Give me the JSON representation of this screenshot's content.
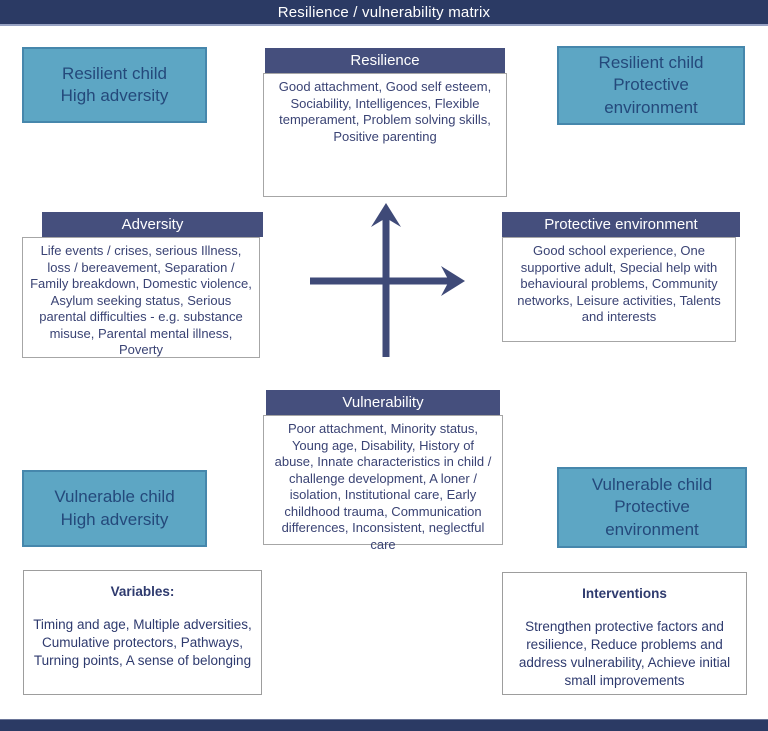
{
  "header": {
    "title": "Resilience / vulnerability matrix"
  },
  "quadrants": {
    "top_left": {
      "text": "Resilient child\nHigh adversity"
    },
    "top_right": {
      "text": "Resilient child\nProtective\nenvironment"
    },
    "bottom_left": {
      "text": "Vulnerable child\nHigh adversity"
    },
    "bottom_right": {
      "text": "Vulnerable child\nProtective\nenvironment"
    }
  },
  "panels": {
    "resilience": {
      "title": "Resilience",
      "body": "Good attachment, Good self esteem, Sociability, Intelligences, Flexible temperament, Problem solving skills, Positive parenting"
    },
    "adversity": {
      "title": "Adversity",
      "body": "Life events / crises, serious Illness, loss / bereavement, Separation / Family breakdown, Domestic violence, Asylum seeking status, Serious parental difficulties - e.g. substance misuse, Parental mental illness, Poverty"
    },
    "protective_environment": {
      "title": "Protective environment",
      "body": "Good school experience, One supportive adult, Special help with behavioural problems, Community networks, Leisure activities, Talents and interests"
    },
    "vulnerability": {
      "title": "Vulnerability",
      "body": "Poor attachment, Minority status, Young age, Disability, History of abuse, Innate characteristics in child / challenge development, A loner / isolation, Institutional care, Early childhood trauma, Communication differences, Inconsistent, neglectful care"
    }
  },
  "notes": {
    "variables": {
      "title": "Variables:",
      "body": "Timing and age, Multiple adversities, Cumulative protectors, Pathways, Turning points, A sense of belonging"
    },
    "interventions": {
      "title": "Interventions",
      "body": "Strengthen protective factors and resilience, Reduce problems and address vulnerability, Achieve initial small improvements"
    }
  },
  "axes": {
    "vertical_arrow": "up",
    "horizontal_arrow": "right"
  },
  "colors": {
    "title_bar": "#2b3a64",
    "panel_header": "#454f7d",
    "teal_fill": "#5da6c4",
    "teal_border": "#4687ac",
    "teal_text": "#24497b",
    "body_text": "#3a4374",
    "arrow": "#3f4a78",
    "footer_bar": "#2b3a64"
  }
}
